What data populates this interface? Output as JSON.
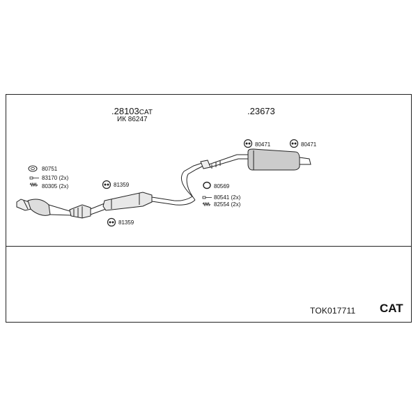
{
  "parts": {
    "cat_part_number": ".28103",
    "cat_part_suffix": "CAT",
    "cat_sub_number": "ИК 86247",
    "rear_part_number": ".23673",
    "p80751": "80751",
    "p83170": "83170 (2x)",
    "p80305": "80305 (2x)",
    "p81359_upper": "81359",
    "p81359_lower": "81359",
    "p80569": "80569",
    "p80541": "80541 (2x)",
    "p82554": "82554 (2x)",
    "p80471_left": "80471",
    "p80471_right": "80471"
  },
  "footer": {
    "code": "TOK017711",
    "type": "CAT"
  },
  "icons": {
    "gasket": "gasket-icon",
    "bolt": "bolt-icon",
    "spring": "spring-icon",
    "hanger": "rubber-hanger-icon",
    "clamp": "clamp-ring-icon"
  }
}
